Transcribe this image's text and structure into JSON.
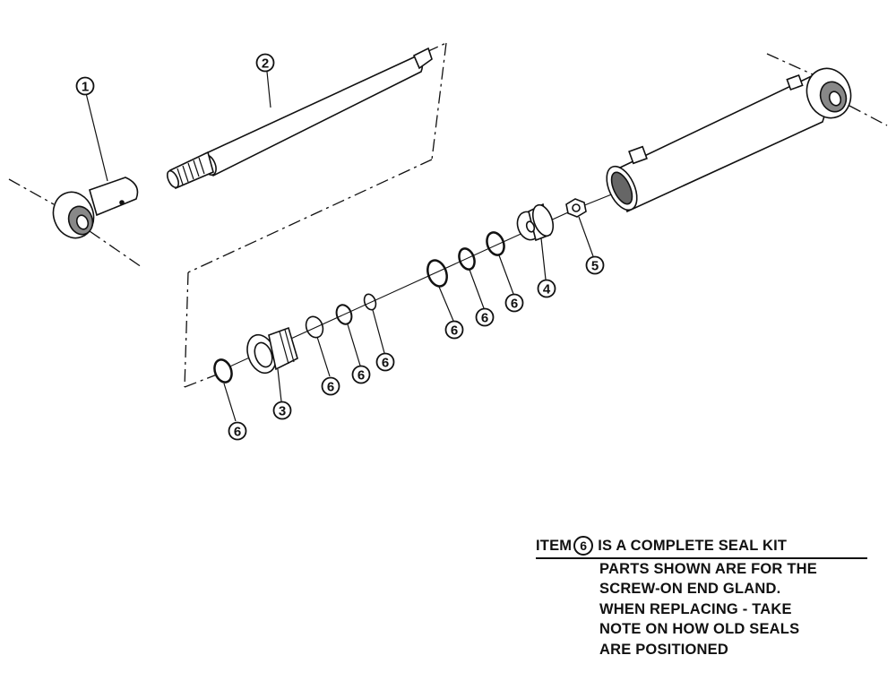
{
  "callouts": [
    {
      "id": "callout-1",
      "label": "1"
    },
    {
      "id": "callout-2",
      "label": "2"
    },
    {
      "id": "callout-3",
      "label": "3"
    },
    {
      "id": "callout-4",
      "label": "4"
    },
    {
      "id": "callout-5",
      "label": "5"
    },
    {
      "id": "callout-6a",
      "label": "6"
    },
    {
      "id": "callout-6b",
      "label": "6"
    },
    {
      "id": "callout-6c",
      "label": "6"
    },
    {
      "id": "callout-6d",
      "label": "6"
    },
    {
      "id": "callout-6e",
      "label": "6"
    },
    {
      "id": "callout-6f",
      "label": "6"
    },
    {
      "id": "callout-6g",
      "label": "6"
    }
  ],
  "note": {
    "item_prefix": "ITEM",
    "item_number": "6",
    "item_suffix": "IS A COMPLETE SEAL KIT",
    "lines": [
      "PARTS SHOWN ARE FOR THE",
      "SCREW-ON END GLAND.",
      "WHEN REPLACING - TAKE",
      "NOTE ON HOW OLD SEALS",
      "ARE POSITIONED"
    ]
  }
}
